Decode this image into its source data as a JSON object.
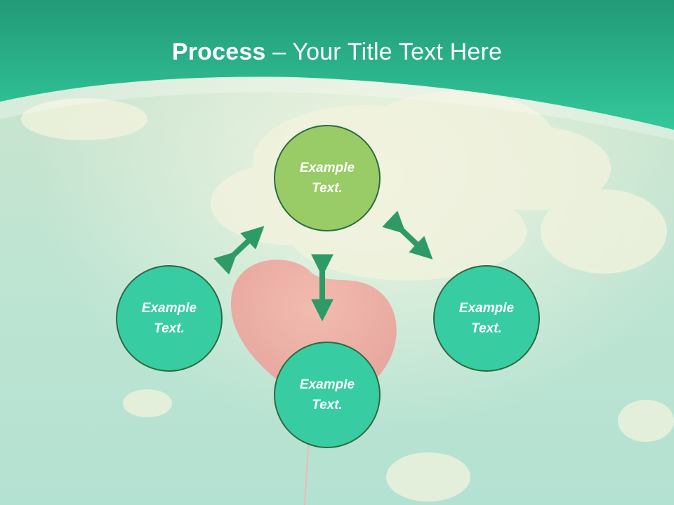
{
  "title": {
    "bold": "Process",
    "rest": " – Your Title Text Here"
  },
  "nodes": {
    "top": {
      "line1": "Example",
      "line2": "Text.",
      "color": "#99cc66"
    },
    "left": {
      "line1": "Example",
      "line2": "Text.",
      "color": "#38cca2"
    },
    "right": {
      "line1": "Example",
      "line2": "Text.",
      "color": "#38cca2"
    },
    "bottom": {
      "line1": "Example",
      "line2": "Text.",
      "color": "#38cca2"
    }
  },
  "colors": {
    "header": "#2fc497",
    "arrow": "#2e9a66",
    "circle_border": "#2d6a40"
  }
}
